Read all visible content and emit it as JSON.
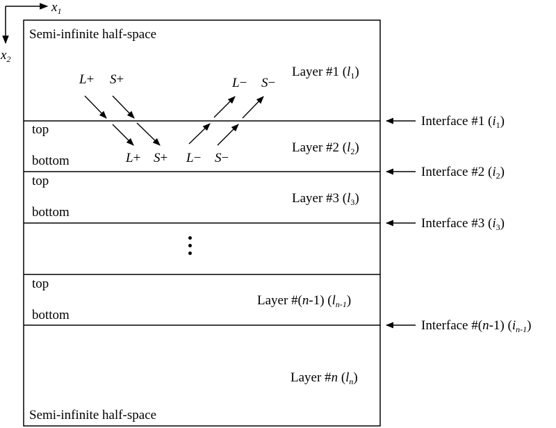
{
  "axes": {
    "x1": {
      "sym": "x",
      "sub": "1"
    },
    "x2": {
      "sym": "x",
      "sub": "2"
    }
  },
  "half_space_top": "Semi-infinite half-space",
  "half_space_bottom": "Semi-infinite half-space",
  "top_label": "top",
  "bottom_label": "bottom",
  "layers": {
    "l1": {
      "pre": "Layer #1 (",
      "sym": "l",
      "sub": "1",
      "post": ")"
    },
    "l2": {
      "pre": "Layer #2 (",
      "sym": "l",
      "sub": "2",
      "post": ")"
    },
    "l3": {
      "pre": "Layer #3 (",
      "sym": "l",
      "sub": "3",
      "post": ")"
    },
    "lnm1": {
      "pre": "Layer #(",
      "n": "n",
      "mid": "-1) (",
      "sym": "l",
      "sub": "n-1",
      "post": ")"
    },
    "ln": {
      "pre": "Layer #",
      "n": "n",
      "mid": " (",
      "sym": "l",
      "sub": "n",
      "post": ")"
    }
  },
  "interfaces": {
    "i1": {
      "pre": "Interface #1 (",
      "sym": "i",
      "sub": "1",
      "post": ")"
    },
    "i2": {
      "pre": "Interface #2 (",
      "sym": "i",
      "sub": "2",
      "post": ")"
    },
    "i3": {
      "pre": "Interface #3 (",
      "sym": "i",
      "sub": "3",
      "post": ")"
    },
    "inm1": {
      "pre": "Interface #(",
      "n": "n",
      "mid": "-1) (",
      "sym": "i",
      "sub": "n-1",
      "post": ")"
    }
  },
  "waves": {
    "L_plus": {
      "sym": "L",
      "sign": "+"
    },
    "S_plus": {
      "sym": "S",
      "sign": "+"
    },
    "L_minus": {
      "sym": "L",
      "sign": "−"
    },
    "S_minus": {
      "sym": "S",
      "sign": "−"
    }
  }
}
